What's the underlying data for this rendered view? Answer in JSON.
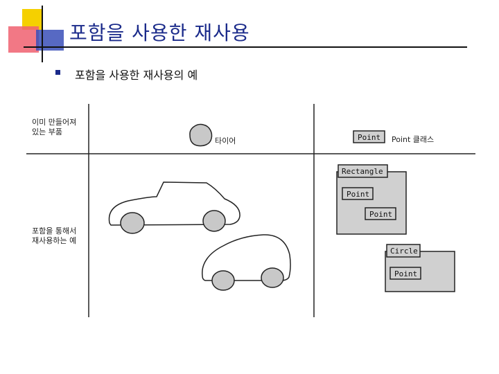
{
  "slide": {
    "title": "포함을 사용한 재사용",
    "bullet": "포함을 사용한 재사용의 예"
  },
  "diagram": {
    "row_labels": {
      "existing_line1": "이미 만들어져",
      "existing_line2": "있는 부품",
      "reuse_line1": "포함을 통해서",
      "reuse_line2": "재사용하는 예"
    },
    "tire_label": "타이어",
    "point_box": "Point",
    "point_class_label": "Point 클래스",
    "rectangle": {
      "label": "Rectangle",
      "points": [
        "Point",
        "Point"
      ]
    },
    "circle": {
      "label": "Circle",
      "points": [
        "Point"
      ]
    }
  },
  "colors": {
    "title_blue": "#1a2a8a",
    "deco_yellow": "#f5d000",
    "deco_red": "#e8253b",
    "deco_blue": "#3a4fb8",
    "box_gray": "#d0d0d0",
    "line": "#222222"
  }
}
